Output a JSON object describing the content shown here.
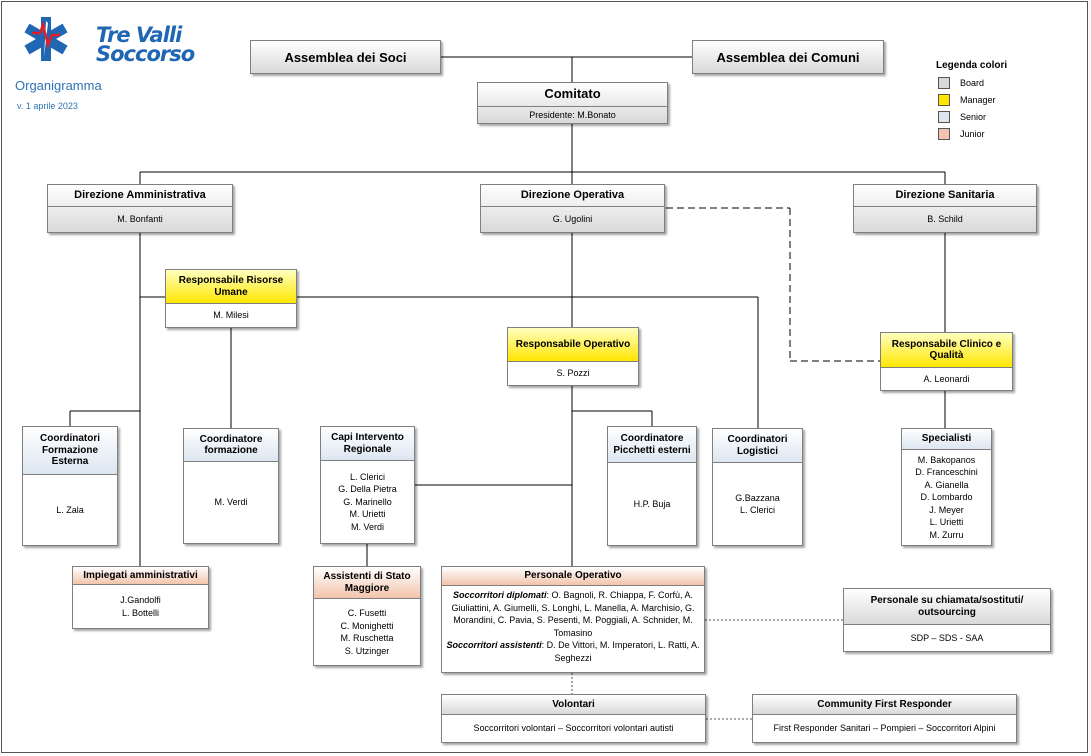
{
  "brand": {
    "name_line1": "Tre Valli",
    "name_line2": "Soccorso"
  },
  "document": {
    "title": "Organigramma",
    "version": "v. 1 aprile  2023"
  },
  "colors": {
    "board": "#d9d9d9",
    "manager": "#ffe600",
    "senior": "#dce6f1",
    "junior": "#f2c4ab",
    "accent": "#1f66b3"
  },
  "legend": {
    "title": "Legenda colori",
    "items": [
      {
        "label": "Board",
        "color": "#d9d9d9"
      },
      {
        "label": "Manager",
        "color": "#ffe600"
      },
      {
        "label": "Senior",
        "color": "#dce6f1"
      },
      {
        "label": "Junior",
        "color": "#f2c4ab"
      }
    ]
  },
  "nodes": {
    "assemblea_soci": {
      "title": "Assemblea dei Soci"
    },
    "assemblea_comuni": {
      "title": "Assemblea dei Comuni"
    },
    "comitato": {
      "title": "Comitato",
      "body": "Presidente: M.Bonato"
    },
    "dir_amm": {
      "title": "Direzione Amministrativa",
      "body": "M. Bonfanti"
    },
    "dir_op": {
      "title": "Direzione Operativa",
      "body": "G. Ugolini"
    },
    "dir_san": {
      "title": "Direzione Sanitaria",
      "body": "B. Schild"
    },
    "resp_ru": {
      "title": "Responsabile Risorse Umane",
      "body": "M. Milesi"
    },
    "resp_op": {
      "title": "Responsabile Operativo",
      "body": "S. Pozzi"
    },
    "resp_cq": {
      "title": "Responsabile Clinico e Qualità",
      "body": "A. Leonardi"
    },
    "coord_fe": {
      "title": "Coordinatori Formazione Esterna",
      "body": "L. Zala"
    },
    "coord_form": {
      "title": "Coordinatore formazione",
      "body": "M. Verdi"
    },
    "capi": {
      "title": "Capi Intervento Regionale",
      "body": [
        "L. Clerici",
        "G. Della Pietra",
        "G. Marinello",
        "M. Urietti",
        "M. Verdi"
      ]
    },
    "coord_pic": {
      "title": "Coordinatore Picchetti esterni",
      "body": "H.P. Buja"
    },
    "coord_log": {
      "title": "Coordinatori Logistici",
      "body": [
        "G.Bazzana",
        "L. Clerici"
      ]
    },
    "specialisti": {
      "title": "Specialisti",
      "body": [
        "M. Bakopanos",
        "D. Franceschini",
        "A. Gianella",
        "D. Lombardo",
        "J. Meyer",
        "L. Urietti",
        "M. Zurru"
      ]
    },
    "impiegati": {
      "title": "Impiegati amministrativi",
      "body": [
        "J.Gandolfi",
        "L. Bottelli"
      ]
    },
    "assistenti": {
      "title": "Assistenti di Stato Maggiore",
      "body": [
        "C. Fusetti",
        "C. Monighetti",
        "M. Ruschetta",
        "S. Utzinger"
      ]
    },
    "pers_op": {
      "title": "Personale Operativo",
      "dipl_label": "Soccorritori diplomati",
      "dipl_text": ": O. Bagnoli, R. Chiappa, F. Corfù, A. Giuliattini, A. Giumelli, S. Longhi, L. Manella, A. Marchisio, G. Morandini, C. Pavia, S. Pesenti, M. Poggiali, A. Schnider, M. Tomasino",
      "ass_label": "Soccorritori assistenti",
      "ass_text": ": D. De Vittori, M. Imperatori, L. Ratti, A. Seghezzi"
    },
    "pers_chiamata": {
      "title": "Personale su chiamata/sostituti/ outsourcing",
      "body": "SDP – SDS - SAA"
    },
    "volontari": {
      "title": "Volontari",
      "body": "Soccorritori volontari – Soccorritori volontari autisti"
    },
    "cfr": {
      "title": "Community First Responder",
      "body": "First Responder Sanitari – Pompieri – Soccorritori Alpini"
    }
  }
}
